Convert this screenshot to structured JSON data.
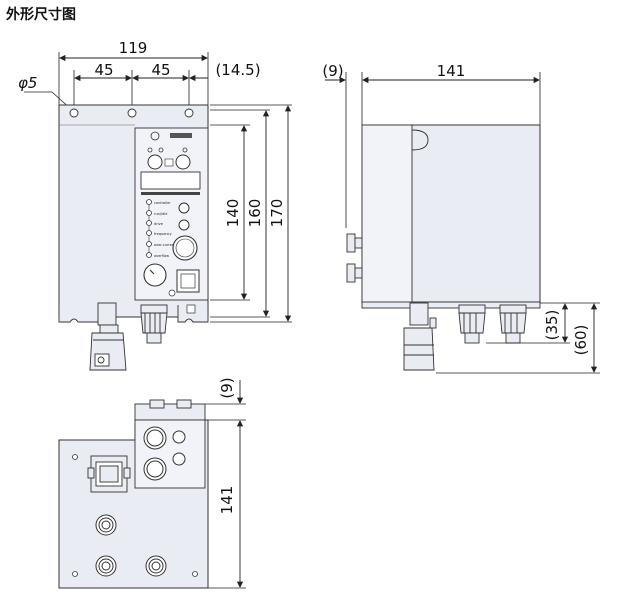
{
  "title": "外形尺寸图",
  "front_view": {
    "overall_width": "119",
    "pitch_1": "45",
    "pitch_2": "45",
    "offset": "(14.5)",
    "hole_label": "φ5",
    "height_1": "140",
    "height_2": "160",
    "height_3": "170",
    "led_labels": [
      "controller",
      "run/idle",
      "drive",
      "frequency",
      "over-current",
      "overflow"
    ]
  },
  "side_view": {
    "offset_top": "(9)",
    "depth": "141",
    "connector_h": "(35)",
    "bottom_h": "(60)"
  },
  "bottom_view": {
    "offset_top": "(9)",
    "height": "141"
  },
  "colors": {
    "body": "#e9ecf3",
    "panel": "#f1f3f8",
    "outline": "#333333",
    "dim_line": "#222222"
  }
}
